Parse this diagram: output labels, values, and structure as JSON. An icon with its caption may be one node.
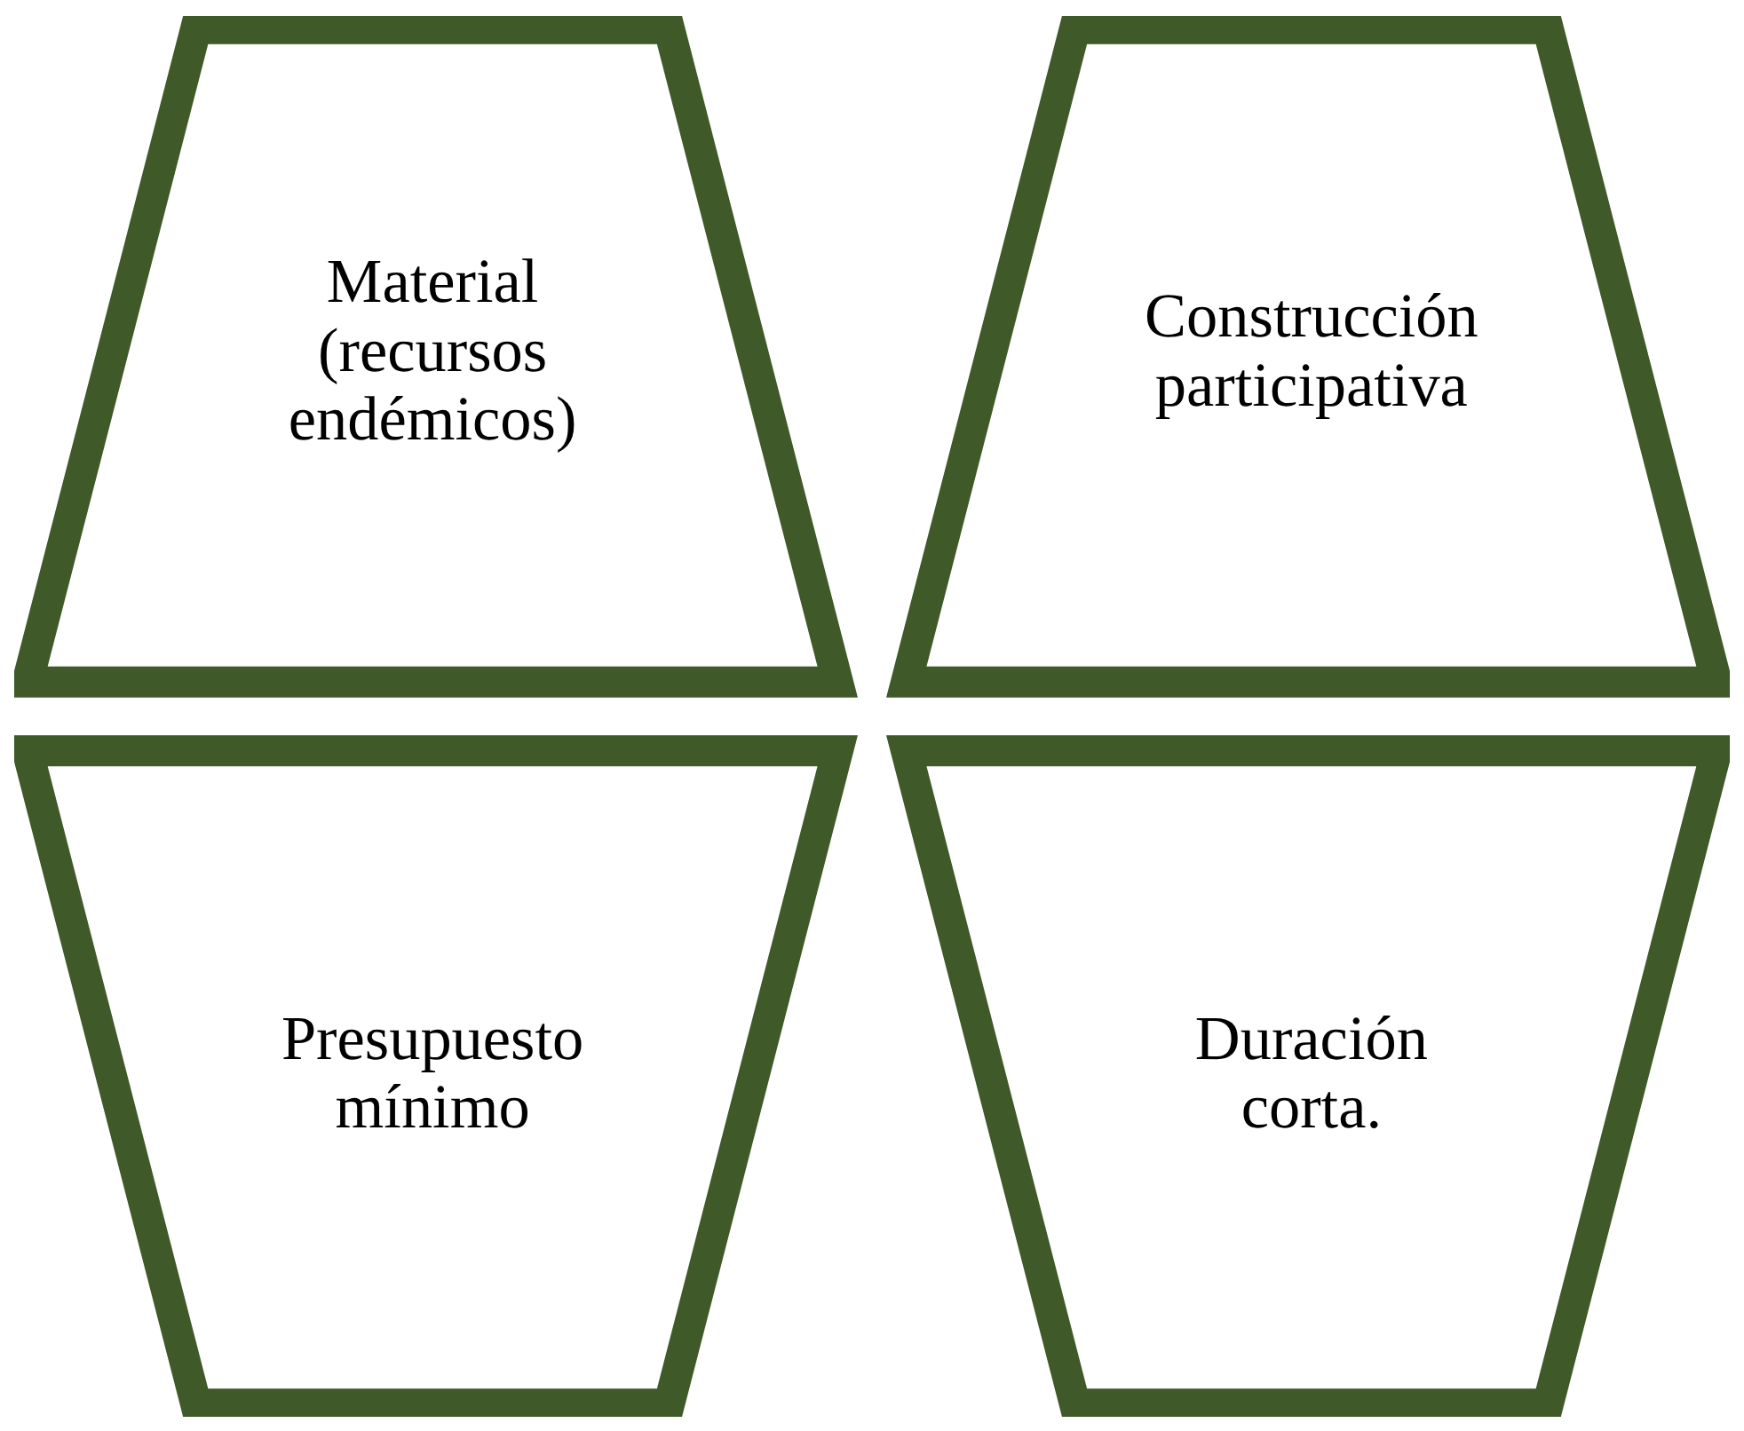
{
  "diagram": {
    "nodes": [
      {
        "text": [
          "Material (recursos endémicos)"
        ]
      },
      {
        "text": [
          "Construcción participativa"
        ]
      },
      {
        "text": [
          "Presupuesto mínimo"
        ]
      },
      {
        "text": [
          "Duración corta."
        ]
      }
    ]
  }
}
